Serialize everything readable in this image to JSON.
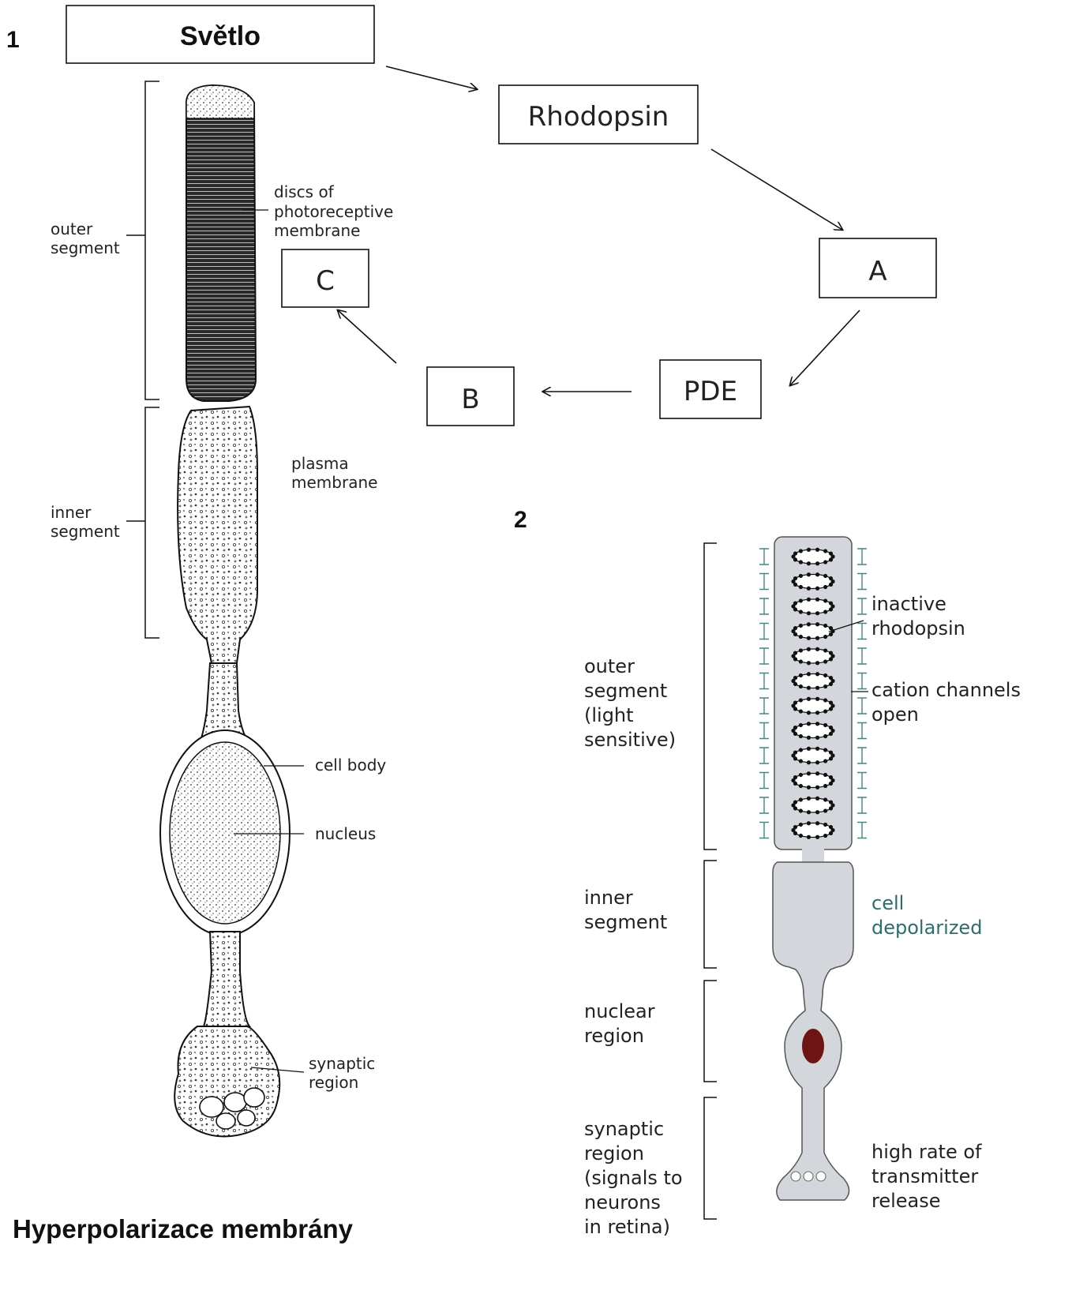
{
  "panel1": {
    "number": "1",
    "caption": "Hyperpolarizace membrány",
    "flow": {
      "light": "Světlo",
      "rhodopsin": "Rhodopsin",
      "a": "A",
      "pde": "PDE",
      "b": "B",
      "c": "C"
    },
    "cell_labels": {
      "outer_segment": [
        "outer",
        "segment"
      ],
      "inner_segment": [
        "inner",
        "segment"
      ],
      "discs": [
        "discs of",
        "photoreceptive",
        "membrane"
      ],
      "plasma_membrane": [
        "plasma",
        "membrane"
      ],
      "cell_body": "cell body",
      "nucleus": "nucleus",
      "synaptic_region": [
        "synaptic",
        "region"
      ]
    }
  },
  "panel2": {
    "number": "2",
    "left_labels": {
      "outer_segment": [
        "outer",
        "segment",
        "(light",
        "sensitive)"
      ],
      "inner_segment": [
        "inner",
        "segment"
      ],
      "nuclear_region": [
        "nuclear",
        "region"
      ],
      "synaptic_region": [
        "synaptic",
        "region",
        "(signals to",
        "neurons",
        "in retina)"
      ]
    },
    "right_labels": {
      "inactive_rhodopsin": [
        "inactive",
        "rhodopsin"
      ],
      "cation_channels": [
        "cation channels",
        "open"
      ],
      "cell_state": [
        "cell",
        "depolarized"
      ],
      "transmitter": [
        "high rate of",
        "transmitter",
        "release"
      ]
    },
    "colors": {
      "cell_fill": "#d3d6da",
      "channel": "#3b8a86",
      "nucleus": "#6e1414",
      "depolarized_text": "#2b6f6c"
    }
  }
}
